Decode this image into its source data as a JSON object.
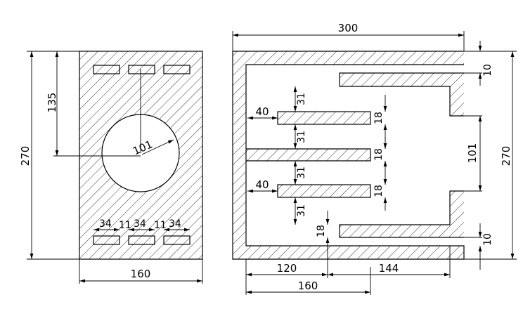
{
  "front_view": {
    "dims": {
      "height": "270",
      "width": "160",
      "port_offset": "135",
      "diameter": "101",
      "slot_w1": "34",
      "gap1": "11",
      "slot_w2": "34",
      "gap2": "11",
      "slot_w3": "34"
    }
  },
  "section_view": {
    "dims": {
      "width": "300",
      "height": "270",
      "top_gap": "10",
      "bottom_gap": "10",
      "mouth": "101",
      "fin_len_1": "40",
      "fin_len_2": "40",
      "gap_a": "31",
      "gap_b": "31",
      "gap_c": "31",
      "gap_d": "31",
      "thick_a": "18",
      "thick_b": "18",
      "thick_c": "18",
      "thick_d": "18",
      "base_a": "120",
      "base_b": "144",
      "base_c": "160"
    }
  }
}
